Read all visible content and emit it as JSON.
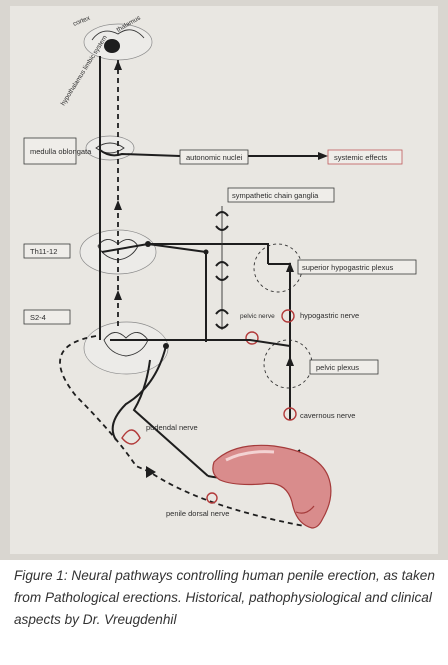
{
  "labels": {
    "cortex": "cortex",
    "thalamus": "thalamus",
    "hypothalamus": "hypothalamus limbic system",
    "medulla": "medulla oblongata",
    "autonomic": "autonomic nuclei",
    "systemic": "systemic effects",
    "sympathetic": "sympathetic chain ganglia",
    "th": "Th11-12",
    "superior": "superior hypogastric plexus",
    "s2": "S2-4",
    "pelvic_nerve": "pelvic nerve",
    "hypogastric": "hypogastric nerve",
    "pelvic_plexus": "pelvic plexus",
    "pudendal": "pudendal nerve",
    "cavernous": "cavernous nerve",
    "dorsal": "penile dorsal nerve"
  },
  "caption": {
    "text": "Figure 1: Neural pathways controlling human penile erection, as taken from Pathological erections. Historical, pathophysiological and clinical aspects by Dr. Vreugdenhil"
  },
  "colors": {
    "photo_background": "#d9d6d0",
    "path": "#1e1e1e",
    "accent_red": "#b23a3a",
    "organ_fill": "#d98c8c"
  }
}
